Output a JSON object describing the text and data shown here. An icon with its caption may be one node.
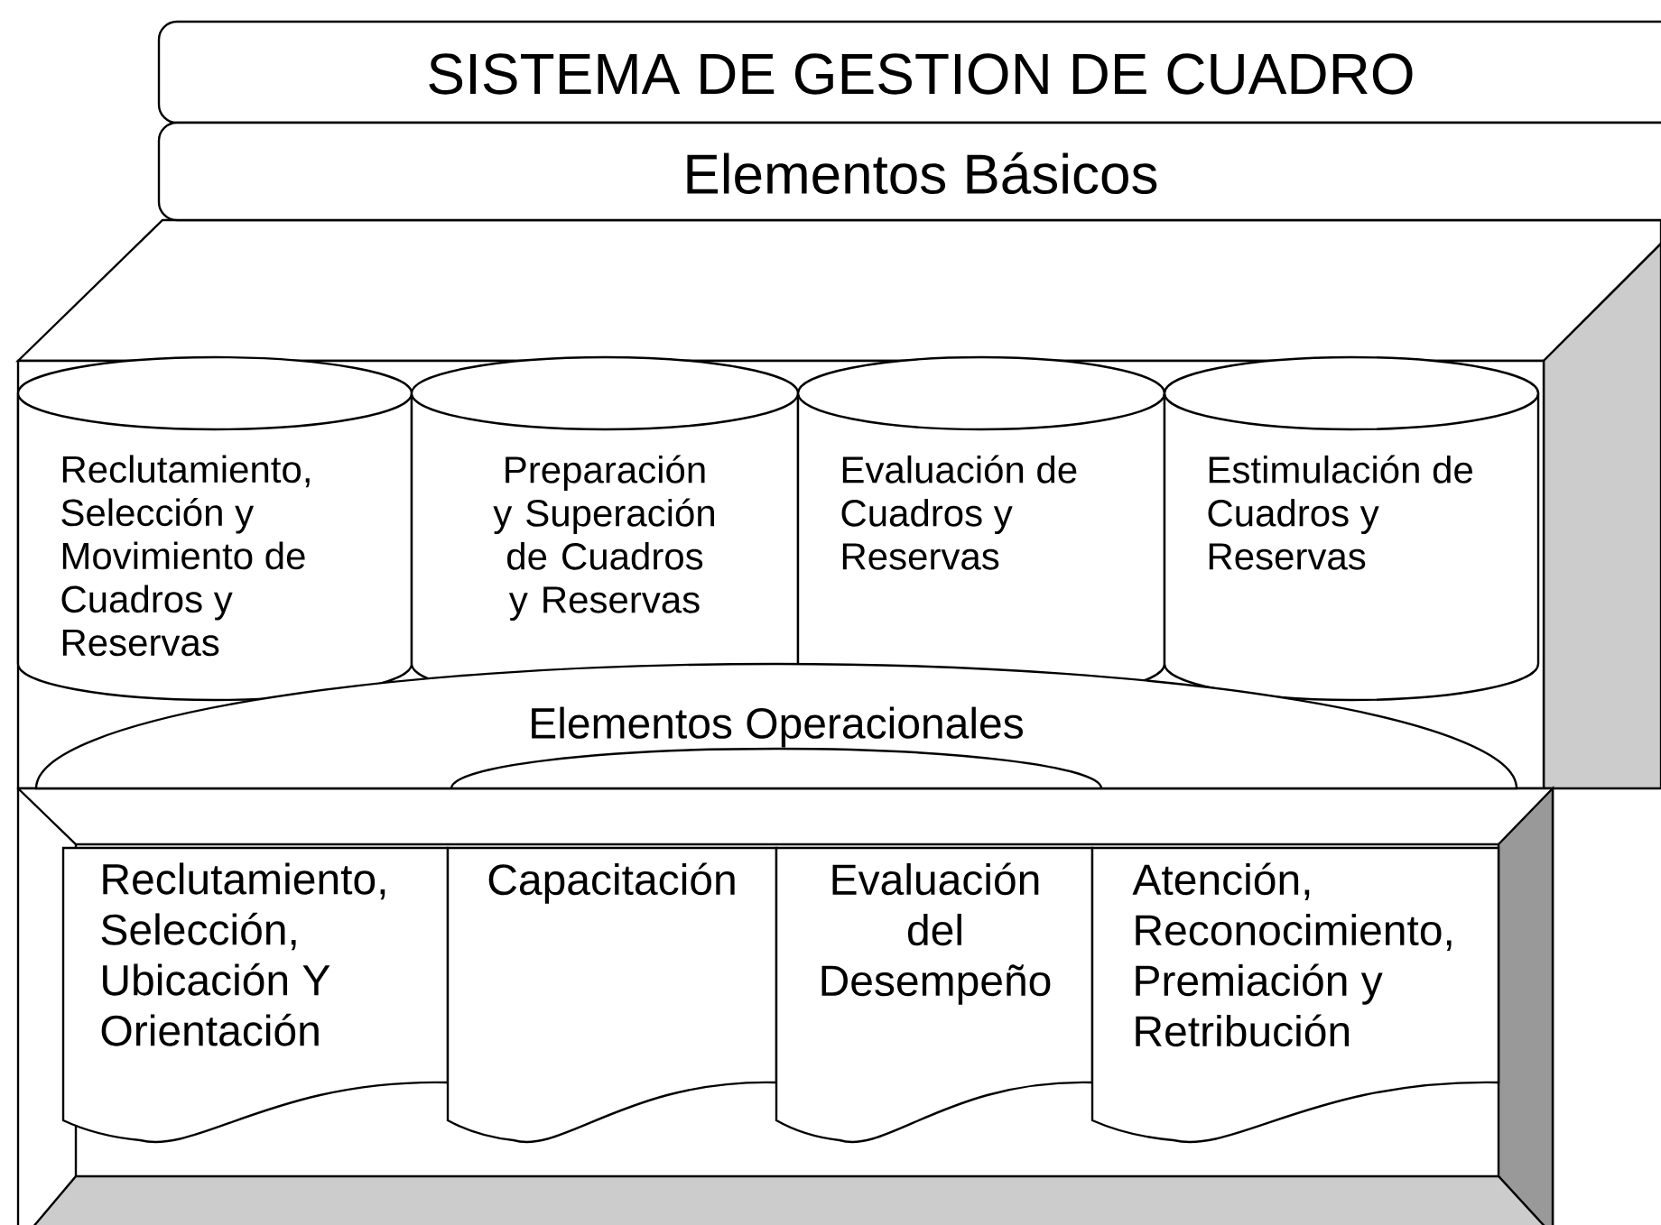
{
  "diagram": {
    "nodes": [
      {
        "text": [
          "SISTEMA DE GESTION DE CUADRO"
        ]
      },
      {
        "text": [
          "Elementos Básicos"
        ]
      },
      {
        "text": [
          "Reclutamiento, Selección y Movimiento de Cuadros y Reservas"
        ]
      },
      {
        "text": [
          "Preparación y Superación de Cuadros y Reservas"
        ]
      },
      {
        "text": [
          "Evaluación de Cuadros y Reservas"
        ]
      },
      {
        "text": [
          "Estimulación de Cuadros y Reservas"
        ]
      },
      {
        "text": [
          "Elementos Operacionales"
        ]
      },
      {
        "text": [
          "Reclutamiento, Selección, Ubicación Y Orientación"
        ]
      },
      {
        "text": [
          "Capacitación"
        ]
      },
      {
        "text": [
          "Evaluación del Desempeño"
        ]
      },
      {
        "text": [
          "Atención, Reconocimiento, Premiación y Retribución"
        ]
      }
    ]
  }
}
